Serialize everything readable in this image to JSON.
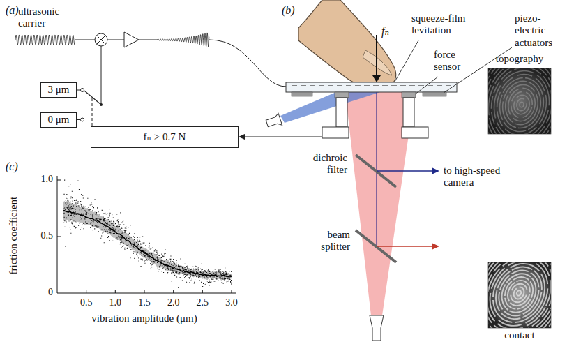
{
  "diagram": {
    "nodes": [
      {
        "text": [
          "3 μm"
        ]
      },
      {
        "text": [
          "0 μm"
        ]
      },
      {
        "text": [
          "fₙ > 0.7 N"
        ]
      }
    ],
    "labels": [
      "(a)",
      "(b)",
      "(c)",
      "ultrasonic carrier",
      "fₙ",
      "squeeze-film levitation",
      "piezo-electric actuators",
      "force sensor",
      "dichroic filter",
      "beam splitter",
      "to high-speed camera",
      "topography",
      "contact",
      "friction coefficient",
      "vibration amplitude (μm)",
      "1.0",
      "0.5",
      "0",
      "0.5",
      "1.0",
      "1.5",
      "2.0",
      "2.5",
      "3.0"
    ]
  }
}
